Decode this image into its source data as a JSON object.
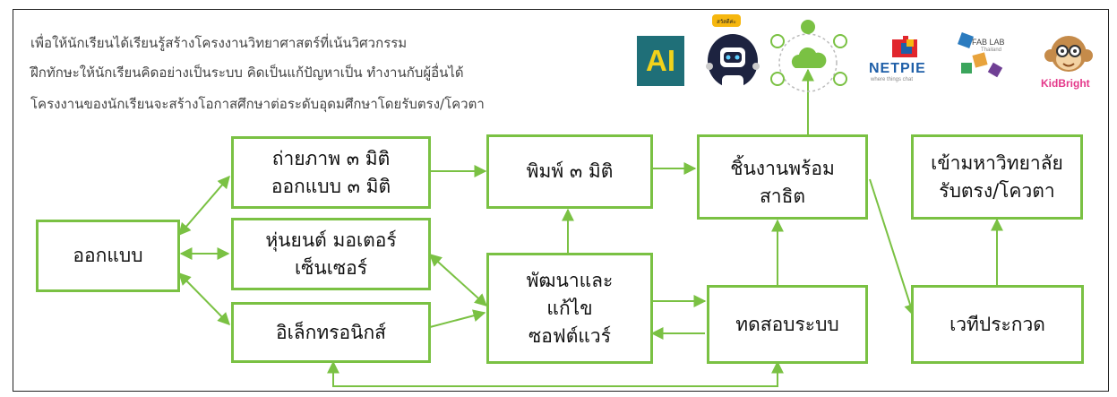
{
  "intro": [
    "เพื่อให้นักเรียนได้เรียนรู้สร้างโครงงานวิทยาศาสตร์ที่เน้นวิศวกรรม",
    "ฝึกทักษะให้นักเรียนคิดอย่างเป็นระบบ คิดเป็นแก้ปัญหาเป็น ทำงานกับผู้อื่นได้",
    "โครงงานของนักเรียนจะสร้างโอกาสศึกษาต่อระดับอุดมศึกษาโดยรับตรง/โควตา"
  ],
  "boxes": {
    "design": [
      "ออกแบบ"
    ],
    "photo3d": [
      "ถ่ายภาพ ๓ มิติ",
      "ออกแบบ ๓ มิติ"
    ],
    "robot": [
      "หุ่นยนต์ มอเตอร์",
      "เซ็นเซอร์"
    ],
    "electronics": [
      "อิเล็กทรอนิกส์"
    ],
    "print3d": [
      "พิมพ์ ๓ มิติ"
    ],
    "dev": [
      "พัฒนาและ",
      "แก้ไข",
      "ซอฟต์แวร์"
    ],
    "ready": [
      "ชิ้นงานพร้อม",
      "สาธิต"
    ],
    "test": [
      "ทดสอบระบบ"
    ],
    "stage": [
      "เวทีประกวด"
    ],
    "university": [
      "เข้ามหาวิทยาลัย",
      "รับตรง/โควตา"
    ]
  },
  "logos": {
    "ai": "AI",
    "bot_badge": "สวัสดีค่ะ",
    "netpie": "NETPIE",
    "netpie_tagline": "where things chat",
    "fablab": "FAB LAB",
    "fablab_sub": "Thailand",
    "kidbright": "KidBright"
  },
  "colors": {
    "accent_green": "#7ac143",
    "frame": "#222222"
  }
}
